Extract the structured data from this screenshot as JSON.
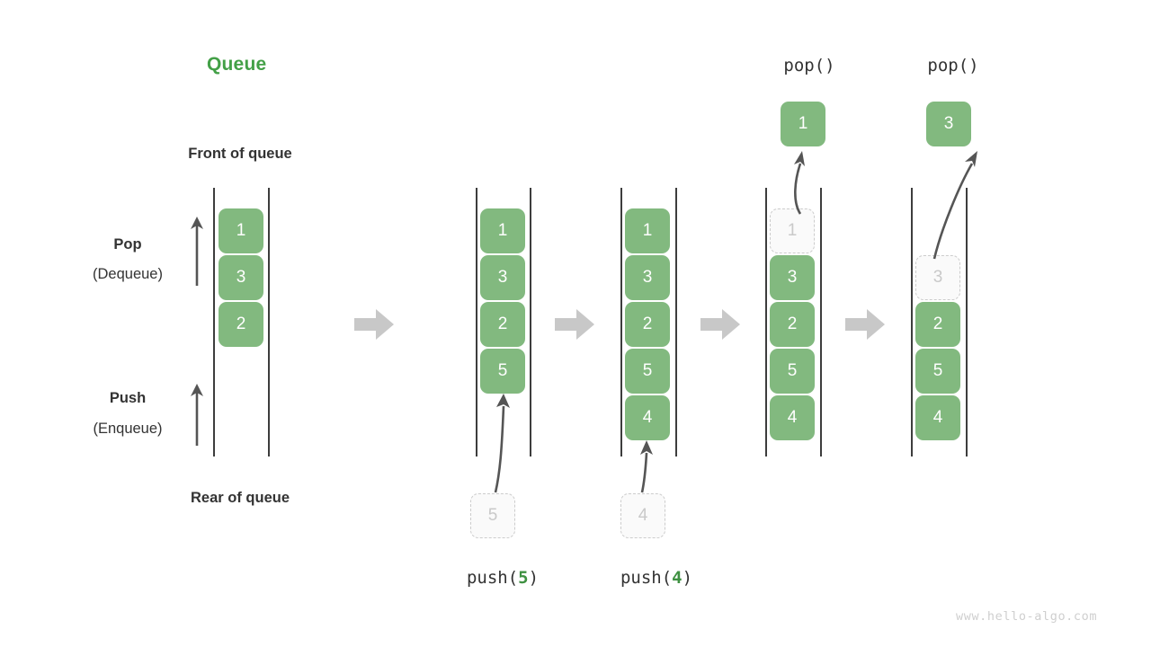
{
  "diagram": {
    "title": "Queue",
    "watermark": "www.hello-algo.com",
    "labels": {
      "front": "Front of queue",
      "rear": "Rear of queue",
      "pop_line1": "Pop",
      "pop_line2": "(Dequeue)",
      "push_line1": "Push",
      "push_line2": "(Enqueue)"
    },
    "colors": {
      "accent_green": "#43a047",
      "cell_green": "#82b97f",
      "ghost_fill": "#fafafa",
      "ghost_border": "#cccccc",
      "ghost_text": "#c9c9c9",
      "rail": "#3d3d3d",
      "block_arrow": "#c8c8c8",
      "thin_arrow": "#555555",
      "text": "#333333",
      "watermark": "#cfcfcf"
    },
    "op_labels": {
      "push5_prefix": "push(",
      "push5_value": "5",
      "push5_suffix": ")",
      "push4_prefix": "push(",
      "push4_value": "4",
      "push4_suffix": ")",
      "pop1_label": "pop()",
      "pop2_label": "pop()"
    },
    "stages": [
      {
        "name": "initial",
        "cells": [
          "1",
          "3",
          "2"
        ],
        "incoming": null,
        "ghost_index": null,
        "popped": null
      },
      {
        "name": "after-push-5",
        "cells": [
          "1",
          "3",
          "2",
          "5"
        ],
        "incoming": "5",
        "ghost_index": null,
        "popped": null
      },
      {
        "name": "after-push-4",
        "cells": [
          "1",
          "3",
          "2",
          "5",
          "4"
        ],
        "incoming": "4",
        "ghost_index": null,
        "popped": null
      },
      {
        "name": "pop-1",
        "cells": [
          "1",
          "3",
          "2",
          "5",
          "4"
        ],
        "incoming": null,
        "ghost_index": 0,
        "popped": "1"
      },
      {
        "name": "pop-3",
        "cells": [
          "",
          "3",
          "2",
          "5",
          "4"
        ],
        "incoming": null,
        "ghost_index": 1,
        "popped": "3"
      }
    ]
  }
}
